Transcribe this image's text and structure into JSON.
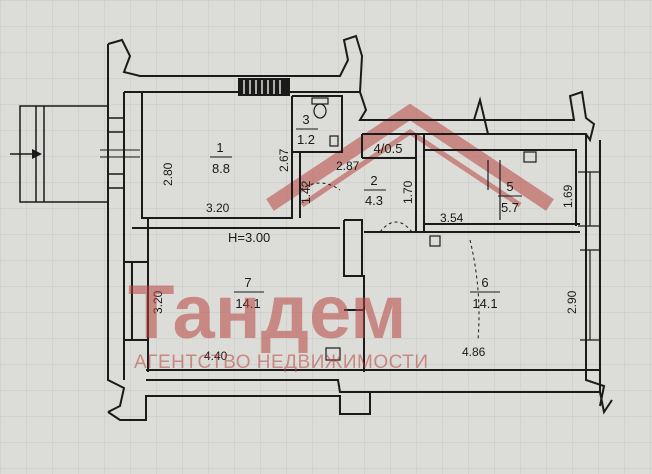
{
  "plan": {
    "ceiling_height": "H=3.00",
    "rooms": [
      {
        "number": "1",
        "area": "8.8"
      },
      {
        "number": "2",
        "area": "4.3"
      },
      {
        "number": "3",
        "area": "1.2"
      },
      {
        "number": "4/0.5",
        "area": ""
      },
      {
        "number": "5",
        "area": "5.7"
      },
      {
        "number": "6",
        "area": "14.1"
      },
      {
        "number": "7",
        "area": "14.1"
      }
    ],
    "dimensions": {
      "d_280": "2.80",
      "d_267": "2.67",
      "d_320_top": "3.20",
      "d_142": "1.42",
      "d_287": "2.87",
      "d_170": "1.70",
      "d_354": "3.54",
      "d_169": "1.69",
      "d_320_left": "3.20",
      "d_440": "4.40",
      "d_486": "4.86",
      "d_290": "2.90"
    }
  },
  "watermark": {
    "brand": "Тандем",
    "subtitle": "АГЕНТСТВО НЕДВИЖИМОСТИ",
    "color": "#b8433e"
  },
  "colors": {
    "background": "#dcdcd8",
    "line": "#1a1a1a"
  }
}
